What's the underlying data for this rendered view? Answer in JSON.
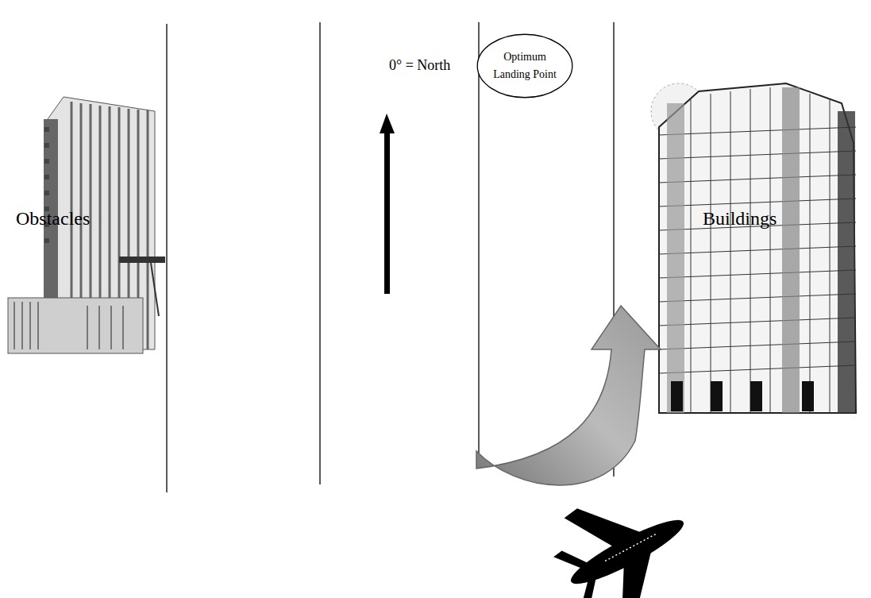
{
  "diagram": {
    "nodes": [
      {
        "text": [
          "Optimum Landing Point"
        ]
      }
    ],
    "labels": [
      "0° = North",
      "Obstacles",
      "Buildings"
    ]
  }
}
